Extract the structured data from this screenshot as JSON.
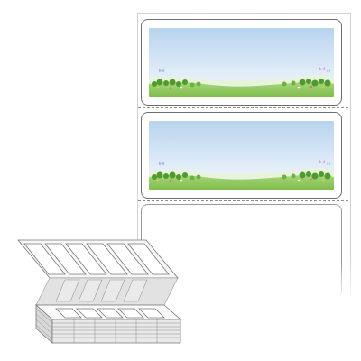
{
  "product": {
    "type": "continuous-form-labels",
    "labels_per_panel": 3,
    "printed_labels": 2,
    "blank_labels": 1
  },
  "icons": {
    "butterfly_left": "butterfly-icon",
    "butterfly_right": "butterfly-icon",
    "flowers": "flower-icon"
  },
  "colors": {
    "sky_top": "#b8d3ee",
    "sky_bottom": "#f4f8fd",
    "grass": "#8fc65a",
    "grass_dark": "#4f9a2e",
    "border": "#6e6e6e",
    "perforation": "#8e8e8e"
  }
}
